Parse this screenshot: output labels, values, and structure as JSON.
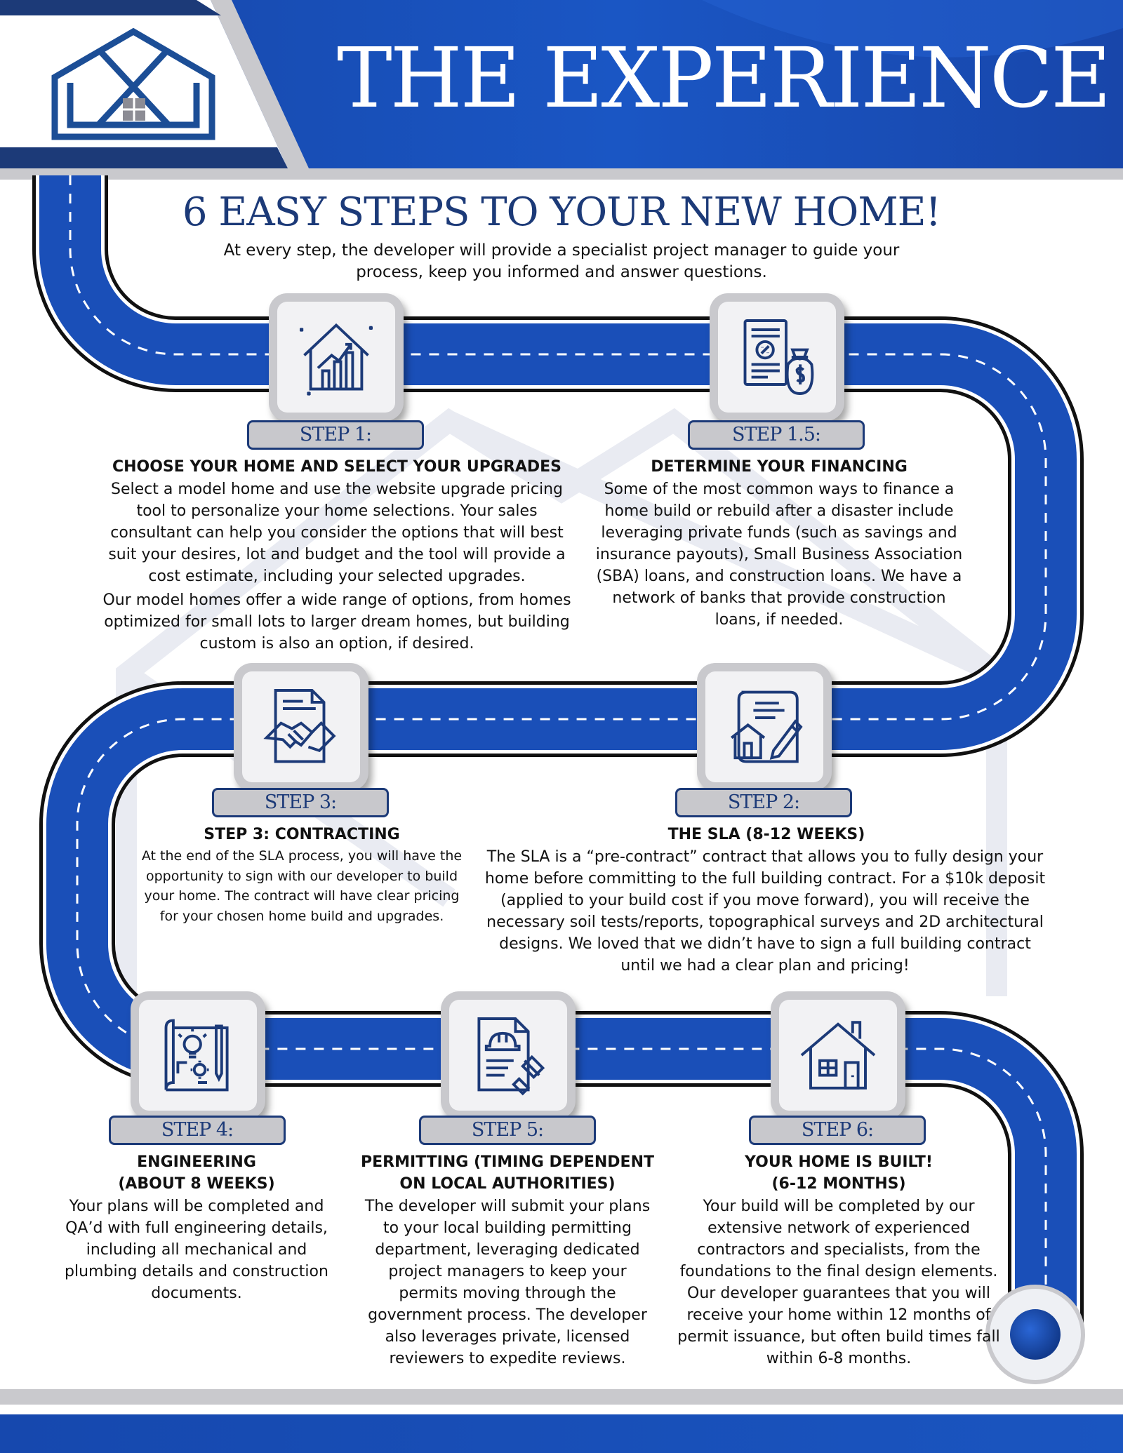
{
  "header": {
    "title": "THE EXPERIENCE",
    "logo_icon": "house-logo-icon"
  },
  "main_title": "6 EASY STEPS TO YOUR NEW HOME!",
  "intro": "At every step, the developer will provide a specialist project manager to guide your process, keep you informed and answer questions.",
  "colors": {
    "navy": "#1c3a78",
    "royal_blue": "#1a4fb8",
    "grey": "#c9c9cd"
  },
  "steps": [
    {
      "label": "STEP 1:",
      "heading": "CHOOSE YOUR HOME AND SELECT YOUR UPGRADES",
      "body": "Select a model home and use the website upgrade pricing tool to personalize your home selections. Your sales consultant can help you consider the options that will best suit your desires, lot and budget and the tool will provide a cost estimate, including your selected upgrades.",
      "body2": "Our model homes offer a wide range of options, from homes optimized for small lots to larger dream homes, but building custom is also an option, if desired.",
      "icon": "house-growth-icon"
    },
    {
      "label": "STEP 1.5:",
      "heading": "DETERMINE YOUR FINANCING",
      "body": "Some of the most common ways to finance a home build or rebuild after a disaster include leveraging private funds (such as savings and insurance payouts), Small Business Association (SBA) loans, and construction loans. We have a network of banks that provide construction loans, if needed.",
      "icon": "finance-document-icon"
    },
    {
      "label": "STEP 2:",
      "heading": "THE SLA (8-12 WEEKS)",
      "body": "The SLA is a “pre-contract” contract that allows you to fully design your home before committing to the full building contract. For a $10k deposit (applied to your build cost if you move forward), you will receive the necessary soil tests/reports, topographical surveys and 2D architectural designs. We loved that we didn’t have to sign a full building contract until we had a clear plan and pricing!",
      "icon": "house-contract-icon"
    },
    {
      "label": "STEP 3:",
      "heading": "STEP 3: CONTRACTING",
      "body": "At the end of the SLA process, you will have the opportunity to sign with our developer to build your home. The contract will have clear pricing for your chosen home build and upgrades.",
      "icon": "handshake-document-icon"
    },
    {
      "label": "STEP 4:",
      "heading": "ENGINEERING",
      "heading2": "(ABOUT 8 WEEKS)",
      "body": "Your plans will be completed and QA’d with full engineering details, including all mechanical and plumbing details and construction documents.",
      "icon": "engineering-blueprint-icon"
    },
    {
      "label": "STEP 5:",
      "heading": "PERMITTING (TIMING DEPENDENT",
      "heading2": "ON LOCAL AUTHORITIES)",
      "body": "The developer will submit your plans to your local building permitting department, leveraging dedicated project managers to keep your permits moving through the government process. The developer also leverages private, licensed reviewers to expedite reviews.",
      "icon": "permit-stamp-icon"
    },
    {
      "label": "STEP 6:",
      "heading": "YOUR HOME IS BUILT!",
      "heading2": "(6-12 MONTHS)",
      "body": "Your build will be completed by our extensive network of experienced contractors and specialists, from the foundations to the final design elements. Our developer guarantees that you will receive your home within 12 months of permit issuance, but often build times fall within 6-8 months.",
      "icon": "house-icon"
    }
  ]
}
